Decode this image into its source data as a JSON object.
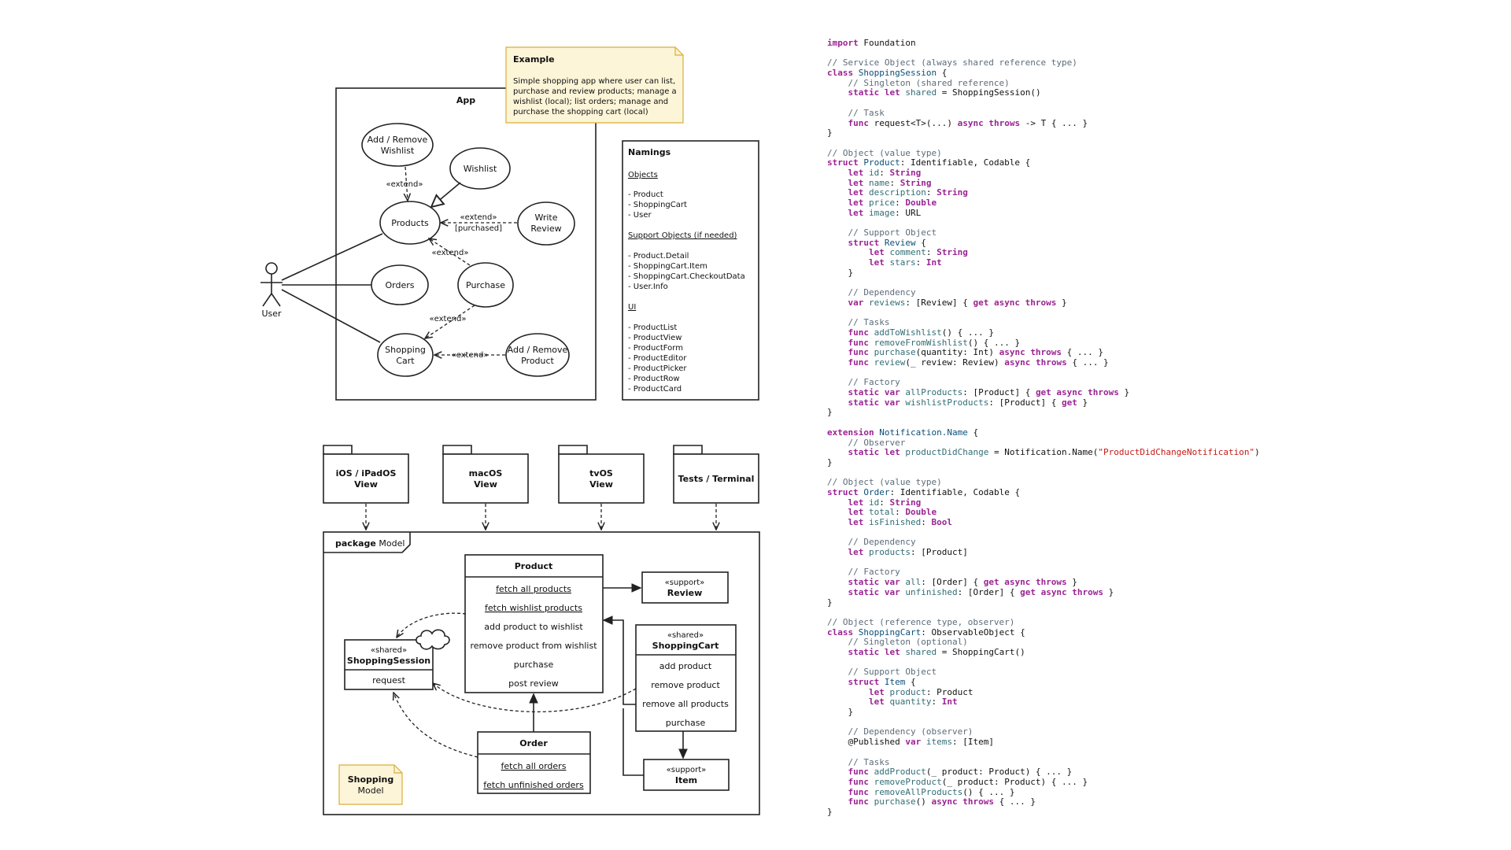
{
  "use_case": {
    "example_note": {
      "title": "Example",
      "lines": [
        "Simple shopping app where user can list,",
        "purchase and review products; manage a",
        "wishlist (local); list orders; manage and",
        "purchase the shopping cart (local)"
      ]
    },
    "app_title": "App",
    "actor": "User",
    "cases": {
      "wishlist_manage": [
        "Add / Remove",
        "Wishlist"
      ],
      "wishlist": "Wishlist",
      "products": "Products",
      "write_review": [
        "Write",
        "Review"
      ],
      "orders": "Orders",
      "purchase": "Purchase",
      "shopping_cart": [
        "Shopping",
        "Cart"
      ],
      "add_remove_product": [
        "Add / Remove",
        "Product"
      ]
    },
    "labels": {
      "extend": "«extend»",
      "extend_purchased": [
        "«extend»",
        "[purchased]"
      ]
    }
  },
  "namings": {
    "title": "Namings",
    "objects_header": "Objects",
    "objects": [
      "- Product",
      "- ShoppingCart",
      "- User"
    ],
    "support_header": "Support Objects (if needed)",
    "support": [
      "- Product.Detail",
      "- ShoppingCart.Item",
      "- ShoppingCart.CheckoutData",
      "- User.Info"
    ],
    "ui_header": "UI",
    "ui": [
      "- ProductList",
      "- ProductView",
      "- ProductForm",
      "- ProductEditor",
      "- ProductPicker",
      "- ProductRow",
      "- ProductCard"
    ]
  },
  "packages": {
    "ios": [
      "iOS / iPadOS",
      "View"
    ],
    "macos": [
      "macOS",
      "View"
    ],
    "tvos": [
      "tvOS",
      "View"
    ],
    "tests": "Tests / Terminal",
    "model_tab_bold": "package",
    "model_tab_name": "Model"
  },
  "model": {
    "product": {
      "title": "Product",
      "methods": [
        "fetch all products",
        "fetch wishlist products",
        "add product to wishlist",
        "remove product from wishlist",
        "purchase",
        "post review"
      ]
    },
    "review": {
      "stereotype": "«support»",
      "title": "Review"
    },
    "shopping_session": {
      "stereotype": "«shared»",
      "title": "ShoppingSession",
      "method": "request"
    },
    "shopping_cart": {
      "stereotype": "«shared»",
      "title": "ShoppingCart",
      "methods": [
        "add product",
        "remove product",
        "remove all products",
        "purchase"
      ]
    },
    "order": {
      "title": "Order",
      "methods": [
        "fetch all orders",
        "fetch unfinished orders"
      ]
    },
    "item": {
      "stereotype": "«support»",
      "title": "Item"
    },
    "note": [
      "Shopping",
      "Model"
    ]
  },
  "code": [
    [
      [
        "kw",
        "import"
      ],
      [
        "",
        " Foundation"
      ]
    ],
    [],
    [
      [
        "cm",
        "// Service Object (always shared reference type)"
      ]
    ],
    [
      [
        "kw",
        "class"
      ],
      [
        "",
        " "
      ],
      [
        "ty",
        "ShoppingSession"
      ],
      [
        "",
        " {"
      ]
    ],
    [
      [
        "cm",
        "    // Singleton (shared reference)"
      ]
    ],
    [
      [
        "",
        "    "
      ],
      [
        "kw",
        "static let"
      ],
      [
        "",
        " "
      ],
      [
        "pr",
        "shared"
      ],
      [
        "",
        " = ShoppingSession()"
      ]
    ],
    [],
    [
      [
        "cm",
        "    // Task"
      ]
    ],
    [
      [
        "",
        "    "
      ],
      [
        "kw",
        "func"
      ],
      [
        "",
        " request<T>(...) "
      ],
      [
        "kw",
        "async throws"
      ],
      [
        "",
        " -> T { ... }"
      ]
    ],
    [
      [
        "",
        "}"
      ]
    ],
    [],
    [
      [
        "cm",
        "// Object (value type)"
      ]
    ],
    [
      [
        "kw",
        "struct"
      ],
      [
        "",
        " "
      ],
      [
        "ty",
        "Product"
      ],
      [
        "",
        ": Identifiable, Codable {"
      ]
    ],
    [
      [
        "",
        "    "
      ],
      [
        "kw",
        "let"
      ],
      [
        "",
        " "
      ],
      [
        "pr",
        "id"
      ],
      [
        "",
        ": "
      ],
      [
        "kw",
        "String"
      ]
    ],
    [
      [
        "",
        "    "
      ],
      [
        "kw",
        "let"
      ],
      [
        "",
        " "
      ],
      [
        "pr",
        "name"
      ],
      [
        "",
        ": "
      ],
      [
        "kw",
        "String"
      ]
    ],
    [
      [
        "",
        "    "
      ],
      [
        "kw",
        "let"
      ],
      [
        "",
        " "
      ],
      [
        "pr",
        "description"
      ],
      [
        "",
        ": "
      ],
      [
        "kw",
        "String"
      ]
    ],
    [
      [
        "",
        "    "
      ],
      [
        "kw",
        "let"
      ],
      [
        "",
        " "
      ],
      [
        "pr",
        "price"
      ],
      [
        "",
        ": "
      ],
      [
        "kw",
        "Double"
      ]
    ],
    [
      [
        "",
        "    "
      ],
      [
        "kw",
        "let"
      ],
      [
        "",
        " "
      ],
      [
        "pr",
        "image"
      ],
      [
        "",
        ": URL"
      ]
    ],
    [],
    [
      [
        "cm",
        "    // Support Object"
      ]
    ],
    [
      [
        "",
        "    "
      ],
      [
        "kw",
        "struct"
      ],
      [
        "",
        " "
      ],
      [
        "ty",
        "Review"
      ],
      [
        "",
        " {"
      ]
    ],
    [
      [
        "",
        "        "
      ],
      [
        "kw",
        "let"
      ],
      [
        "",
        " "
      ],
      [
        "pr",
        "comment"
      ],
      [
        "",
        ": "
      ],
      [
        "kw",
        "String"
      ]
    ],
    [
      [
        "",
        "        "
      ],
      [
        "kw",
        "let"
      ],
      [
        "",
        " "
      ],
      [
        "pr",
        "stars"
      ],
      [
        "",
        ": "
      ],
      [
        "kw",
        "Int"
      ]
    ],
    [
      [
        "",
        "    }"
      ]
    ],
    [],
    [
      [
        "cm",
        "    // Dependency"
      ]
    ],
    [
      [
        "",
        "    "
      ],
      [
        "kw",
        "var"
      ],
      [
        "",
        " "
      ],
      [
        "pr",
        "reviews"
      ],
      [
        "",
        ": [Review] { "
      ],
      [
        "kw",
        "get async throws"
      ],
      [
        "",
        " }"
      ]
    ],
    [],
    [
      [
        "cm",
        "    // Tasks"
      ]
    ],
    [
      [
        "",
        "    "
      ],
      [
        "kw",
        "func"
      ],
      [
        "",
        " "
      ],
      [
        "pr",
        "addToWishlist"
      ],
      [
        "",
        "() { ... }"
      ]
    ],
    [
      [
        "",
        "    "
      ],
      [
        "kw",
        "func"
      ],
      [
        "",
        " "
      ],
      [
        "pr",
        "removeFromWishlist"
      ],
      [
        "",
        "() { ... }"
      ]
    ],
    [
      [
        "",
        "    "
      ],
      [
        "kw",
        "func"
      ],
      [
        "",
        " "
      ],
      [
        "pr",
        "purchase"
      ],
      [
        "",
        "(quantity: Int) "
      ],
      [
        "kw",
        "async throws"
      ],
      [
        "",
        " { ... }"
      ]
    ],
    [
      [
        "",
        "    "
      ],
      [
        "kw",
        "func"
      ],
      [
        "",
        " "
      ],
      [
        "pr",
        "review"
      ],
      [
        "",
        "(_ review: Review) "
      ],
      [
        "kw",
        "async throws"
      ],
      [
        "",
        " { ... }"
      ]
    ],
    [],
    [
      [
        "cm",
        "    // Factory"
      ]
    ],
    [
      [
        "",
        "    "
      ],
      [
        "kw",
        "static var"
      ],
      [
        "",
        " "
      ],
      [
        "pr",
        "allProducts"
      ],
      [
        "",
        ": [Product] { "
      ],
      [
        "kw",
        "get async throws"
      ],
      [
        "",
        " }"
      ]
    ],
    [
      [
        "",
        "    "
      ],
      [
        "kw",
        "static var"
      ],
      [
        "",
        " "
      ],
      [
        "pr",
        "wishlistProducts"
      ],
      [
        "",
        ": [Product] { "
      ],
      [
        "kw",
        "get"
      ],
      [
        "",
        " }"
      ]
    ],
    [
      [
        "",
        "}"
      ]
    ],
    [],
    [
      [
        "kw",
        "extension"
      ],
      [
        "",
        " "
      ],
      [
        "ty",
        "Notification.Name"
      ],
      [
        "",
        " {"
      ]
    ],
    [
      [
        "cm",
        "    // Observer"
      ]
    ],
    [
      [
        "",
        "    "
      ],
      [
        "kw",
        "static let"
      ],
      [
        "",
        " "
      ],
      [
        "pr",
        "productDidChange"
      ],
      [
        "",
        " = Notification.Name("
      ],
      [
        "st",
        "\"ProductDidChangeNotification\""
      ],
      [
        "",
        ")"
      ]
    ],
    [
      [
        "",
        "}"
      ]
    ],
    [],
    [
      [
        "cm",
        "// Object (value type)"
      ]
    ],
    [
      [
        "kw",
        "struct"
      ],
      [
        "",
        " "
      ],
      [
        "ty",
        "Order"
      ],
      [
        "",
        ": Identifiable, Codable {"
      ]
    ],
    [
      [
        "",
        "    "
      ],
      [
        "kw",
        "let"
      ],
      [
        "",
        " "
      ],
      [
        "pr",
        "id"
      ],
      [
        "",
        ": "
      ],
      [
        "kw",
        "String"
      ]
    ],
    [
      [
        "",
        "    "
      ],
      [
        "kw",
        "let"
      ],
      [
        "",
        " "
      ],
      [
        "pr",
        "total"
      ],
      [
        "",
        ": "
      ],
      [
        "kw",
        "Double"
      ]
    ],
    [
      [
        "",
        "    "
      ],
      [
        "kw",
        "let"
      ],
      [
        "",
        " "
      ],
      [
        "pr",
        "isFinished"
      ],
      [
        "",
        ": "
      ],
      [
        "kw",
        "Bool"
      ]
    ],
    [],
    [
      [
        "cm",
        "    // Dependency"
      ]
    ],
    [
      [
        "",
        "    "
      ],
      [
        "kw",
        "let"
      ],
      [
        "",
        " "
      ],
      [
        "pr",
        "products"
      ],
      [
        "",
        ": [Product]"
      ]
    ],
    [],
    [
      [
        "cm",
        "    // Factory"
      ]
    ],
    [
      [
        "",
        "    "
      ],
      [
        "kw",
        "static var"
      ],
      [
        "",
        " "
      ],
      [
        "pr",
        "all"
      ],
      [
        "",
        ": [Order] { "
      ],
      [
        "kw",
        "get async throws"
      ],
      [
        "",
        " }"
      ]
    ],
    [
      [
        "",
        "    "
      ],
      [
        "kw",
        "static var"
      ],
      [
        "",
        " "
      ],
      [
        "pr",
        "unfinished"
      ],
      [
        "",
        ": [Order] { "
      ],
      [
        "kw",
        "get async throws"
      ],
      [
        "",
        " }"
      ]
    ],
    [
      [
        "",
        "}"
      ]
    ],
    [],
    [
      [
        "cm",
        "// Object (reference type, observer)"
      ]
    ],
    [
      [
        "kw",
        "class"
      ],
      [
        "",
        " "
      ],
      [
        "ty",
        "ShoppingCart"
      ],
      [
        "",
        ": ObservableObject {"
      ]
    ],
    [
      [
        "cm",
        "    // Singleton (optional)"
      ]
    ],
    [
      [
        "",
        "    "
      ],
      [
        "kw",
        "static let"
      ],
      [
        "",
        " "
      ],
      [
        "pr",
        "shared"
      ],
      [
        "",
        " = ShoppingCart()"
      ]
    ],
    [],
    [
      [
        "cm",
        "    // Support Object"
      ]
    ],
    [
      [
        "",
        "    "
      ],
      [
        "kw",
        "struct"
      ],
      [
        "",
        " "
      ],
      [
        "ty",
        "Item"
      ],
      [
        "",
        " {"
      ]
    ],
    [
      [
        "",
        "        "
      ],
      [
        "kw",
        "let"
      ],
      [
        "",
        " "
      ],
      [
        "pr",
        "product"
      ],
      [
        "",
        ": Product"
      ]
    ],
    [
      [
        "",
        "        "
      ],
      [
        "kw",
        "let"
      ],
      [
        "",
        " "
      ],
      [
        "pr",
        "quantity"
      ],
      [
        "",
        ": "
      ],
      [
        "kw",
        "Int"
      ]
    ],
    [
      [
        "",
        "    }"
      ]
    ],
    [],
    [
      [
        "cm",
        "    // Dependency (observer)"
      ]
    ],
    [
      [
        "",
        "    @Published "
      ],
      [
        "kw",
        "var"
      ],
      [
        "",
        " "
      ],
      [
        "pr",
        "items"
      ],
      [
        "",
        ": [Item]"
      ]
    ],
    [],
    [
      [
        "cm",
        "    // Tasks"
      ]
    ],
    [
      [
        "",
        "    "
      ],
      [
        "kw",
        "func"
      ],
      [
        "",
        " "
      ],
      [
        "pr",
        "addProduct"
      ],
      [
        "",
        "(_ product: Product) { ... }"
      ]
    ],
    [
      [
        "",
        "    "
      ],
      [
        "kw",
        "func"
      ],
      [
        "",
        " "
      ],
      [
        "pr",
        "removeProduct"
      ],
      [
        "",
        "(_ product: Product) { ... }"
      ]
    ],
    [
      [
        "",
        "    "
      ],
      [
        "kw",
        "func"
      ],
      [
        "",
        " "
      ],
      [
        "pr",
        "removeAllProducts"
      ],
      [
        "",
        "() { ... }"
      ]
    ],
    [
      [
        "",
        "    "
      ],
      [
        "kw",
        "func"
      ],
      [
        "",
        " "
      ],
      [
        "pr",
        "purchase"
      ],
      [
        "",
        "() "
      ],
      [
        "kw",
        "async throws"
      ],
      [
        "",
        " { ... }"
      ]
    ],
    [
      [
        "",
        "}"
      ]
    ]
  ]
}
